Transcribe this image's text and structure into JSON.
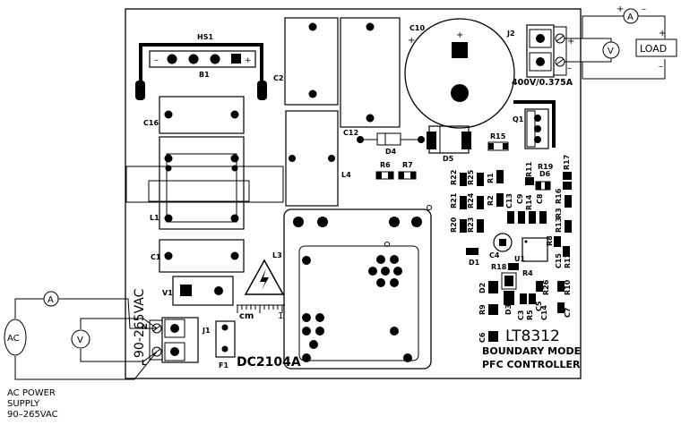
{
  "board": {
    "name": "LT8312",
    "line1": "BOUNDARY MODE",
    "line2": "PFC CONTROLLER",
    "id": "DC2104A",
    "input_range": "90-265VAC",
    "output_rating": "400V/0.375A",
    "scale_unit": "cm",
    "scale_mark": "1"
  },
  "external": {
    "supply_line1": "AC POWER",
    "supply_line2": "SUPPLY",
    "supply_line3": "90–265VAC",
    "ac_source": "AC",
    "ammeter": "A",
    "voltmeter": "V",
    "load": "LOAD",
    "plus": "+",
    "minus": "–",
    "terminal_n": "N",
    "terminal_l": "L"
  },
  "designators": {
    "HS1": "HS1",
    "B1": "B1",
    "C2": "C2",
    "C10": "C10",
    "J2": "J2",
    "C12": "C12",
    "C16": "C16",
    "D4": "D4",
    "D5": "D5",
    "R15": "R15",
    "Q1": "Q1",
    "L4": "L4",
    "R6": "R6",
    "R7": "R7",
    "R11": "R11",
    "R19": "R19",
    "D6": "D6",
    "R17": "R17",
    "R22": "R22",
    "R25": "R25",
    "R1": "R1",
    "R21": "R21",
    "R24": "R24",
    "R2": "R2",
    "C13": "C13",
    "C9": "C9",
    "R14": "R14",
    "C8": "C8",
    "R16": "R16",
    "R3": "R3",
    "R20": "R20",
    "R23": "R23",
    "R13": "R13",
    "R8": "R8",
    "L1": "L1",
    "L3": "L3",
    "C4": "C4",
    "U1": "U1",
    "D1": "D1",
    "R18": "R18",
    "R4": "R4",
    "C15": "C15",
    "R12": "R12",
    "C1": "C1",
    "V1": "V1",
    "D2": "D2",
    "R26": "R26",
    "R10": "R10",
    "R9": "R9",
    "D3": "D3",
    "C3": "C3",
    "R5": "R5",
    "C5": "C5",
    "C14": "C14",
    "C7": "C7",
    "C6": "C6",
    "J1": "J1",
    "F1": "F1"
  }
}
